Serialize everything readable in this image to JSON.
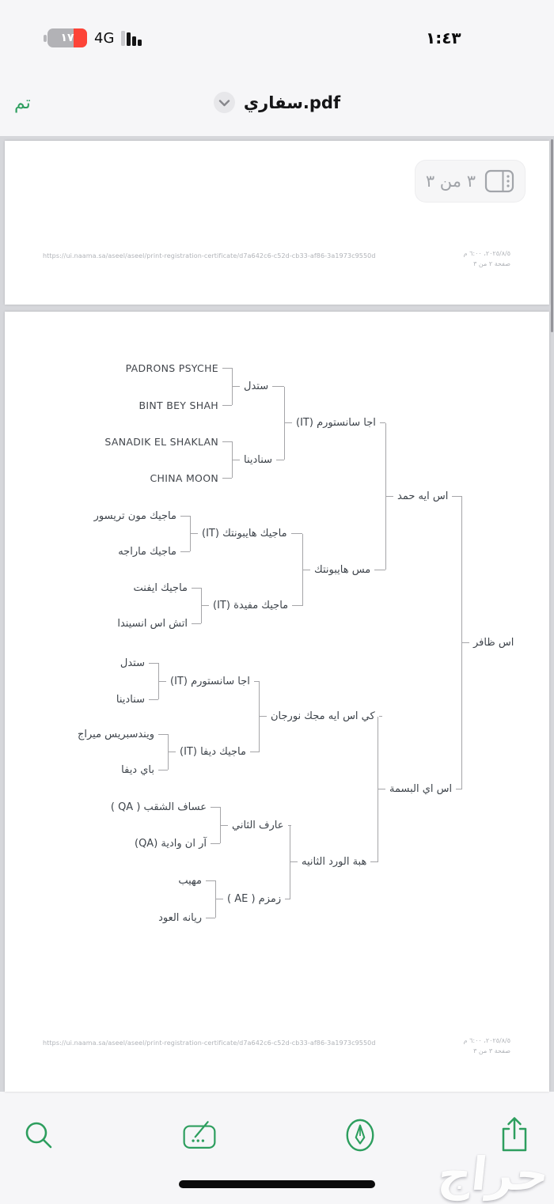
{
  "status_bar": {
    "time": "١:٤٣",
    "network": "4G",
    "battery_percent": "١٧"
  },
  "nav_bar": {
    "done_label": "تم",
    "title": "سفاري.pdf"
  },
  "page_indicator": {
    "label": "٣ من ٣"
  },
  "footers": {
    "url": "https://ui.naama.sa/aseel/aseel/print-registration-certificate/d7a642c6-c52d-cb33-af86-3a1973c9550d",
    "datetime": "٢٠٢٥/٨/٥، ٦:٠٠ م",
    "page2_label": "صفحة ٢ من ٣",
    "page3_label": "صفحة ٣ من ٣"
  },
  "watermark": {
    "text": "حراج"
  },
  "colors": {
    "accent_green": "#2d9e5e",
    "tree_line": "#a5a5a8",
    "battery_red": "#fd4438"
  },
  "toolbar": {
    "icons": [
      "search",
      "markup-box",
      "pen-circle",
      "share"
    ]
  },
  "pedigree": {
    "root": {
      "name": "اس ظافر",
      "sire": {
        "name": "اس ايه حمد",
        "sire": {
          "name": "اجا سانستورم (IT)",
          "sire": {
            "name": "ستدل",
            "sire": {
              "name": "PADRONS PSYCHE"
            },
            "dam": {
              "name": "BINT BEY SHAH"
            }
          },
          "dam": {
            "name": "سنادينا",
            "sire": {
              "name": "SANADIK EL SHAKLAN"
            },
            "dam": {
              "name": "CHINA MOON"
            }
          }
        },
        "dam": {
          "name": "مس هايبونتك",
          "sire": {
            "name": "ماجيك هايبونتك (IT)",
            "sire": {
              "name": "ماجيك مون تريسور"
            },
            "dam": {
              "name": "ماجيك ماراجه"
            }
          },
          "dam": {
            "name": "ماجيك مفيدة (IT)",
            "sire": {
              "name": "ماجيك ايفنت"
            },
            "dam": {
              "name": "اتش اس انسيندا"
            }
          }
        }
      },
      "dam": {
        "name": "اس اي البسمة",
        "sire": {
          "name": "كي اس ايه مجك نورجان",
          "sire": {
            "name": "اجا سانستورم (IT)",
            "sire": {
              "name": "ستدل"
            },
            "dam": {
              "name": "سنادينا"
            }
          },
          "dam": {
            "name": "ماجيك ديفا (IT)",
            "sire": {
              "name": "ويندسبريس ميراج"
            },
            "dam": {
              "name": "باي ديفا"
            }
          }
        },
        "dam": {
          "name": "هبة الورد الثانيه",
          "sire": {
            "name": "عارف الثاني",
            "sire": {
              "name": "عساف الشقب ( QA )"
            },
            "dam": {
              "name": "آر ان وادية (QA)"
            }
          },
          "dam": {
            "name": "زمزم ( AE )",
            "sire": {
              "name": "مهيب"
            },
            "dam": {
              "name": "ريانه العود"
            }
          }
        }
      }
    }
  }
}
